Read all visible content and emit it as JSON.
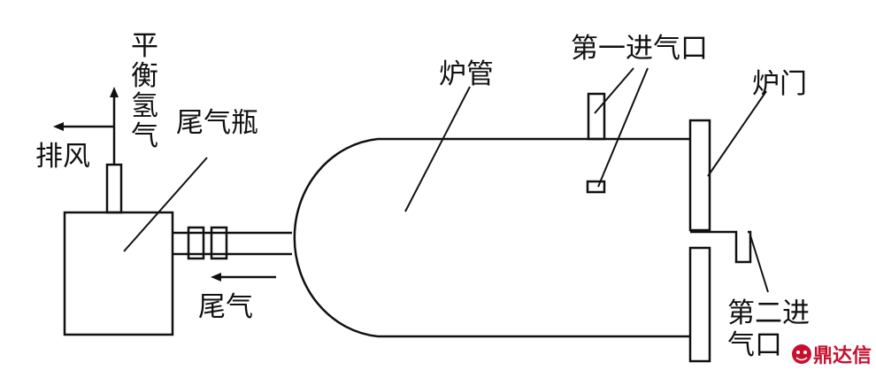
{
  "labels": {
    "balance_h2_chars": [
      "平",
      "衡",
      "氢",
      "气"
    ],
    "exhaust_fan": "排风",
    "tail_gas_bottle": "尾气瓶",
    "tail_gas": "尾气",
    "furnace_tube": "炉管",
    "first_gas_inlet": "第一进气口",
    "furnace_door": "炉门",
    "second_gas_inlet_line1": "第二进",
    "second_gas_inlet_line2": "气口"
  },
  "watermark": {
    "text": "鼎达信",
    "color": "#c8102e"
  },
  "colors": {
    "stroke": "#111111",
    "background": "#ffffff"
  }
}
